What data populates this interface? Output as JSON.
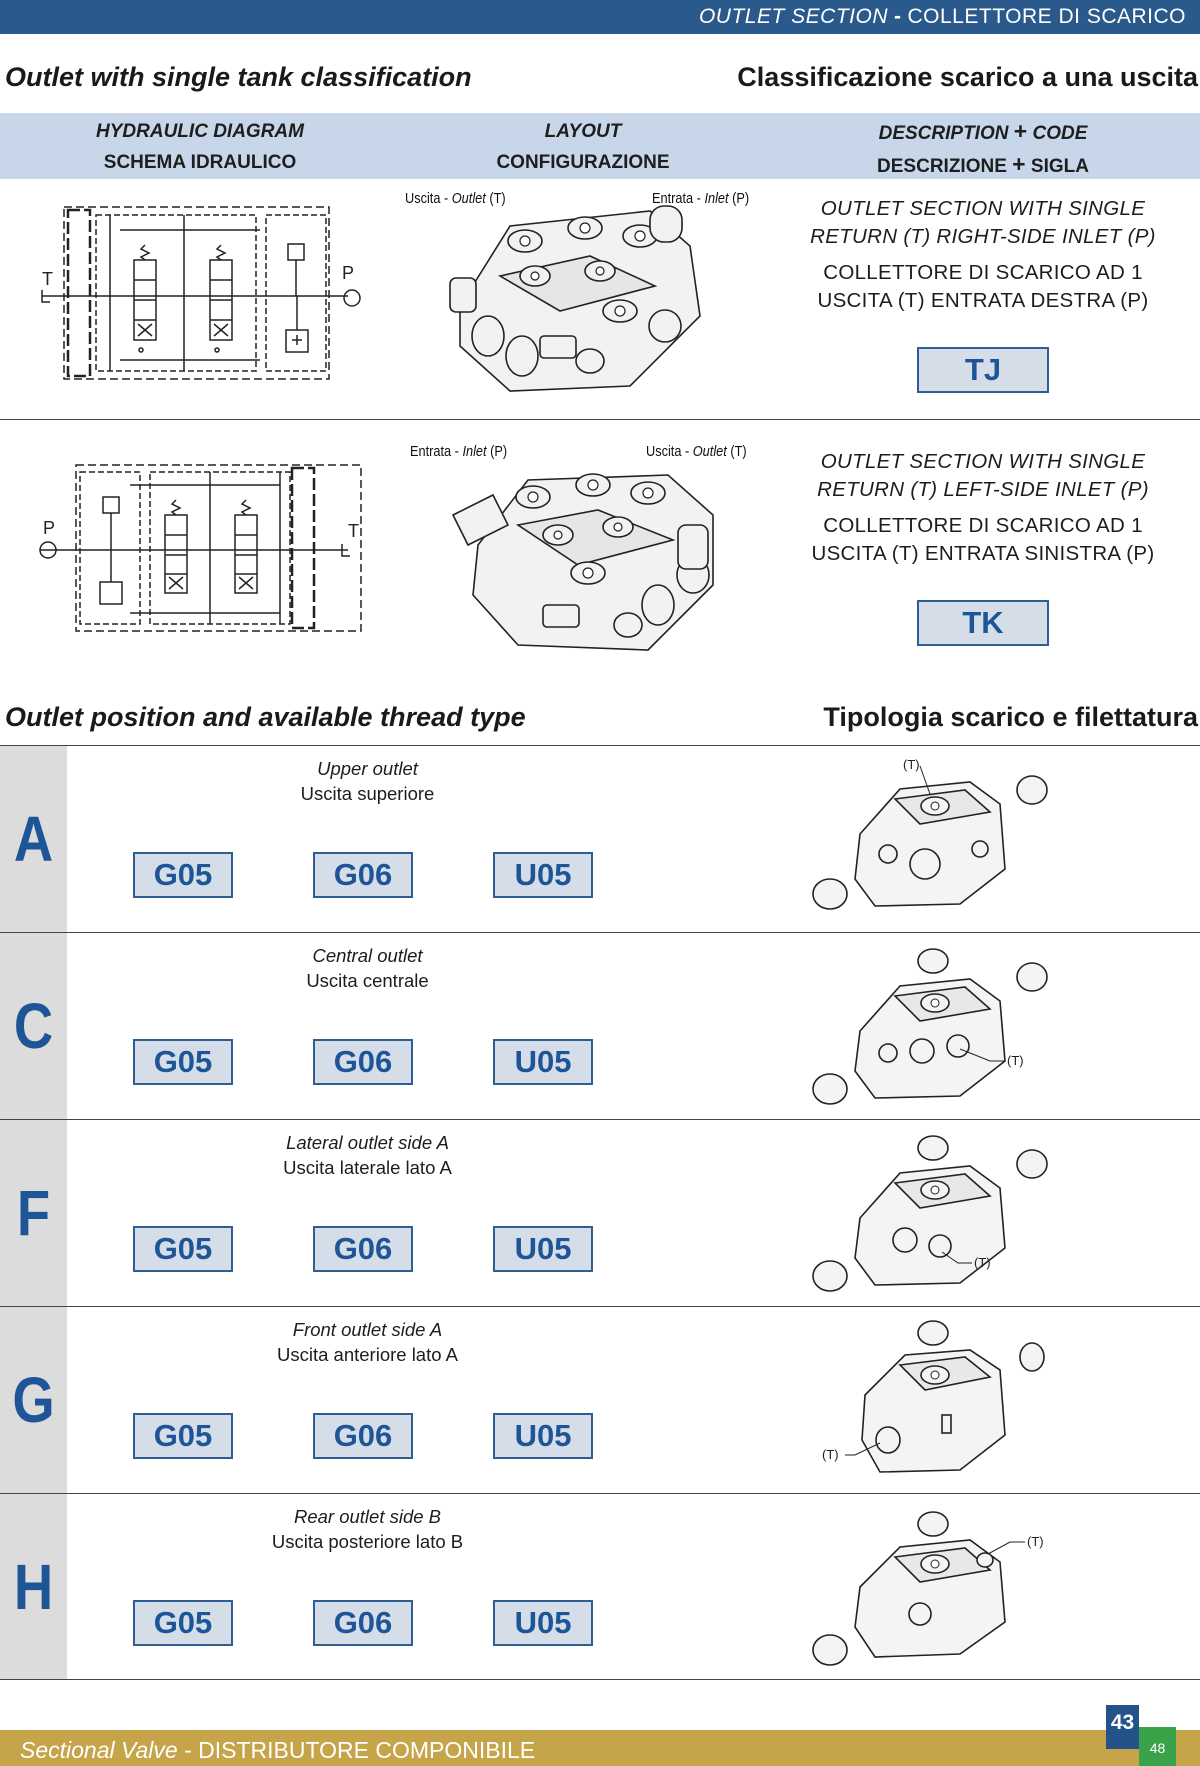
{
  "header": {
    "title_en": "OUTLET SECTION",
    "dash": "-",
    "title_it": "COLLETTORE DI SCARICO"
  },
  "section1": {
    "title_en": "Outlet with single tank classification",
    "title_it": "Classificazione scarico a una uscita"
  },
  "columns": [
    {
      "en": "HYDRAULIC DIAGRAM",
      "it": "SCHEMA IDRAULICO"
    },
    {
      "en": "LAYOUT",
      "it": "CONFIGURAZIONE"
    },
    {
      "en_a": "DESCRIPTION",
      "plus": "+",
      "en_b": "CODE",
      "it_a": "DESCRIZIONE",
      "it_b": "SIGLA"
    }
  ],
  "configs": [
    {
      "diagram_label_left": "T",
      "diagram_label_right": "P",
      "callout_left_a": "Uscita - ",
      "callout_left_b": "Outlet",
      "callout_left_c": " (T)",
      "callout_right_a": "Entrata - ",
      "callout_right_b": "Inlet",
      "callout_right_c": " (P)",
      "desc_en": "OUTLET SECTION WITH SINGLE RETURN (T) RIGHT-SIDE INLET (P)",
      "desc_it": "COLLETTORE DI SCARICO AD 1 USCITA (T) ENTRATA DESTRA (P)",
      "code": "TJ"
    },
    {
      "diagram_label_left": "P",
      "diagram_label_right": "T",
      "callout_left_a": "Entrata - ",
      "callout_left_b": "Inlet",
      "callout_left_c": " (P)",
      "callout_right_a": "Uscita - ",
      "callout_right_b": "Outlet",
      "callout_right_c": " (T)",
      "desc_en": "OUTLET SECTION WITH SINGLE RETURN (T) LEFT-SIDE INLET (P)",
      "desc_it": "COLLETTORE DI SCARICO AD 1 USCITA (T) ENTRATA SINISTRA (P)",
      "code": "TK"
    }
  ],
  "section2": {
    "title_en": "Outlet position and available thread type",
    "title_it": "Tipologia scarico e filettatura"
  },
  "outlet_types": [
    {
      "letter": "A",
      "en": "Upper outlet",
      "it": "Uscita superiore",
      "threads": [
        "G05",
        "G06",
        "U05"
      ],
      "callout": "(T)"
    },
    {
      "letter": "C",
      "en": "Central outlet",
      "it": "Uscita centrale",
      "threads": [
        "G05",
        "G06",
        "U05"
      ],
      "callout": "(T)"
    },
    {
      "letter": "F",
      "en": "Lateral outlet side A",
      "it": "Uscita laterale lato A",
      "threads": [
        "G05",
        "G06",
        "U05"
      ],
      "callout": "(T)"
    },
    {
      "letter": "G",
      "en": "Front outlet side A",
      "it": "Uscita anteriore lato A",
      "threads": [
        "G05",
        "G06",
        "U05"
      ],
      "callout": "(T)"
    },
    {
      "letter": "H",
      "en": "Rear outlet side B",
      "it": "Uscita posteriore lato B",
      "threads": [
        "G05",
        "G06",
        "U05"
      ],
      "callout": "(T)"
    }
  ],
  "footer": {
    "en": "Sectional Valve",
    "dash": " - ",
    "it": "DISTRIBUTORE COMPONIBILE",
    "page": "43",
    "page_small": "48"
  },
  "colors": {
    "brand_blue": "#2a5a8c",
    "header_band": "#c7d7e9",
    "code_text": "#1d5596",
    "footer_gold": "#c6a44a",
    "page_green": "#3aa34a"
  }
}
